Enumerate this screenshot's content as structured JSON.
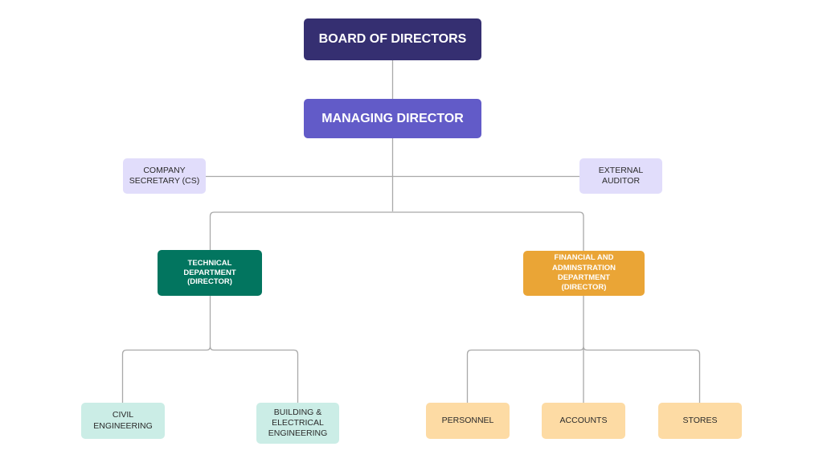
{
  "diagram": {
    "type": "organizational-chart",
    "colors": {
      "board": "#352f71",
      "managing_director": "#625bc8",
      "advisors": "#e1ddfb",
      "technical_department": "#02755f",
      "financial_department": "#eaa536",
      "technical_units": "#cbede6",
      "financial_units": "#fddba4",
      "connector": "#a9a9a9"
    },
    "nodes": {
      "board": {
        "label": "BOARD OF DIRECTORS"
      },
      "managing_director": {
        "label": "MANAGING DIRECTOR",
        "reports_to": "board"
      },
      "company_secretary": {
        "label": "COMPANY\nSECRETARY (CS)",
        "reports_to": "managing_director"
      },
      "external_auditor": {
        "label": "EXTERNAL\nAUDITOR",
        "reports_to": "managing_director"
      },
      "technical_department": {
        "label": "TECHNICAL\nDEPARTMENT\n(DIRECTOR)",
        "reports_to": "managing_director"
      },
      "financial_department": {
        "label": "FINANCIAL AND\nADMINSTRATION\nDEPARTMENT\n(DIRECTOR)",
        "reports_to": "managing_director"
      },
      "civil_engineering": {
        "label": "CIVIL\nENGINEERING",
        "reports_to": "technical_department"
      },
      "building_electrical": {
        "label": "BUILDING &\nELECTRICAL\nENGINEERING",
        "reports_to": "technical_department"
      },
      "personnel": {
        "label": "PERSONNEL",
        "reports_to": "financial_department"
      },
      "accounts": {
        "label": "ACCOUNTS",
        "reports_to": "financial_department"
      },
      "stores": {
        "label": "STORES",
        "reports_to": "financial_department"
      }
    }
  }
}
